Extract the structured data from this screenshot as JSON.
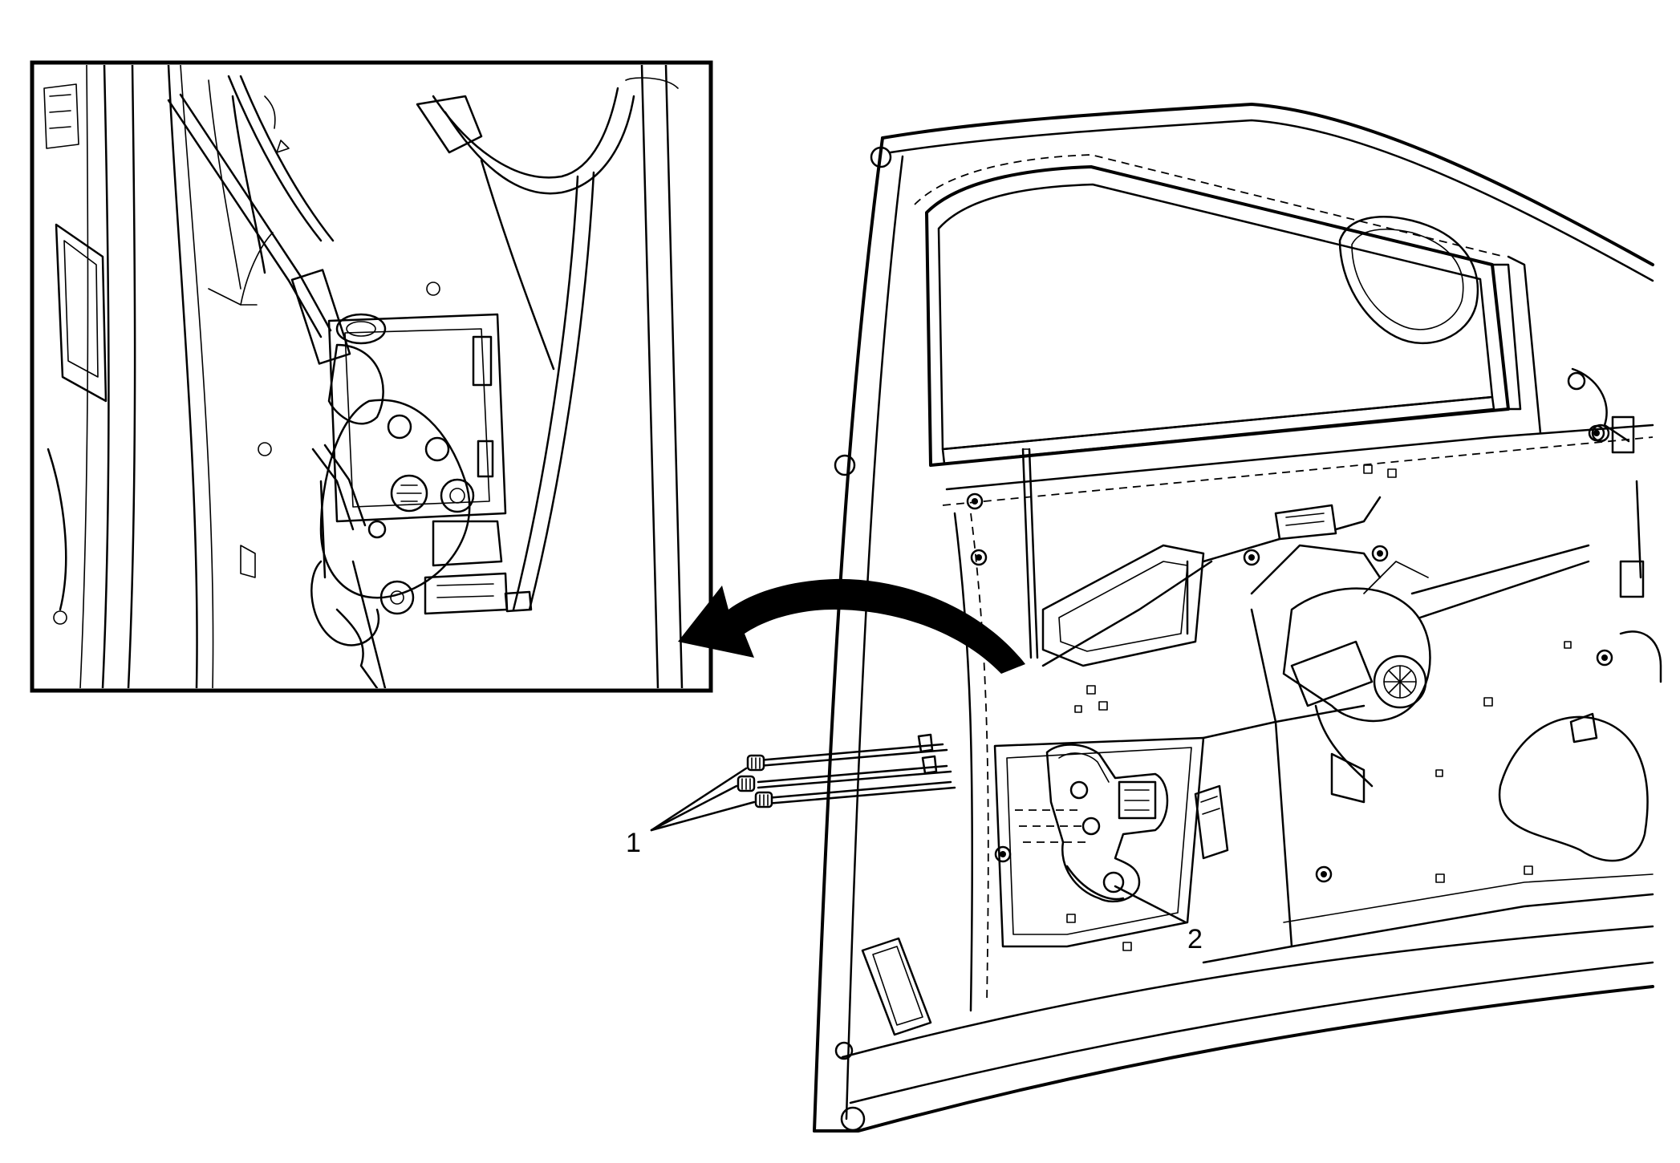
{
  "callouts": [
    {
      "id": "1",
      "text": "1"
    },
    {
      "id": "2",
      "text": "2"
    }
  ],
  "colors": {
    "ink": "#000000",
    "background": "#ffffff"
  }
}
